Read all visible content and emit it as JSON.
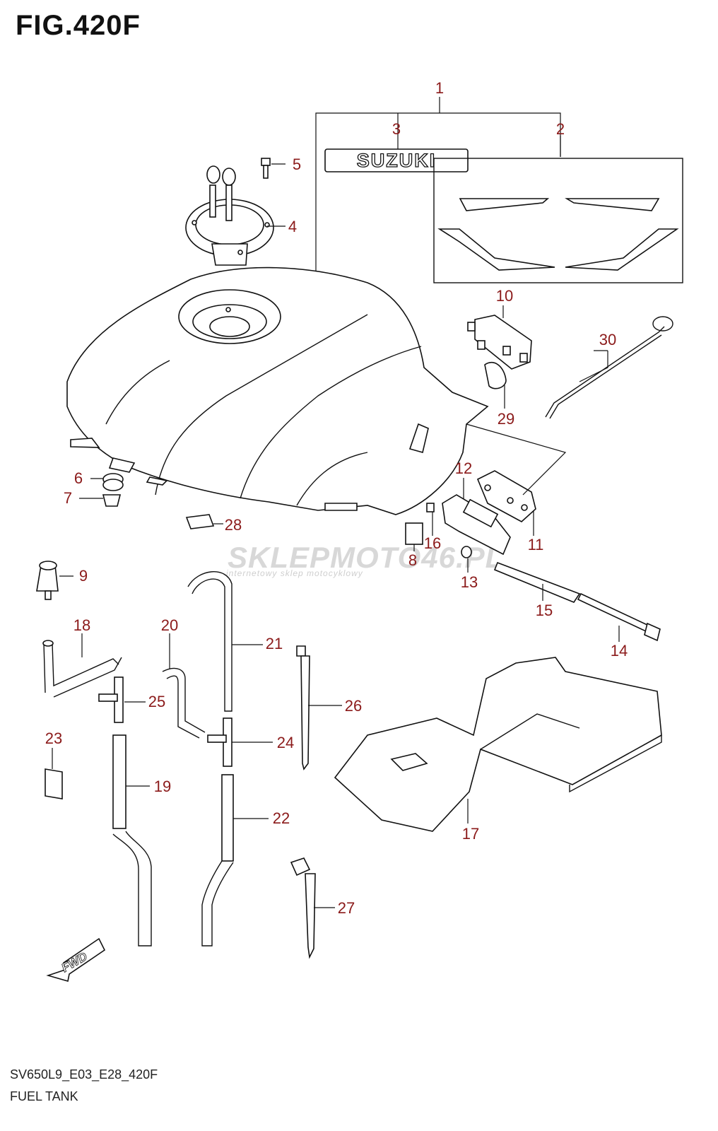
{
  "figure": {
    "title": "FIG.420F",
    "code": "SV650L9_E03_E28_420F",
    "name": "FUEL TANK"
  },
  "watermark": {
    "brand": "SKLEPMOTO46.PL",
    "tagline": "internetowy sklep motocyklowy"
  },
  "emblem_text": "SUZUKI",
  "fwd_label": "FWD",
  "callouts": [
    "1",
    "2",
    "3",
    "4",
    "5",
    "6",
    "7",
    "8",
    "9",
    "10",
    "11",
    "12",
    "13",
    "14",
    "15",
    "16",
    "17",
    "18",
    "19",
    "20",
    "21",
    "22",
    "23",
    "24",
    "25",
    "26",
    "27",
    "28",
    "29",
    "30"
  ],
  "colors": {
    "callout": "#8b1a1a",
    "line": "#111111"
  }
}
